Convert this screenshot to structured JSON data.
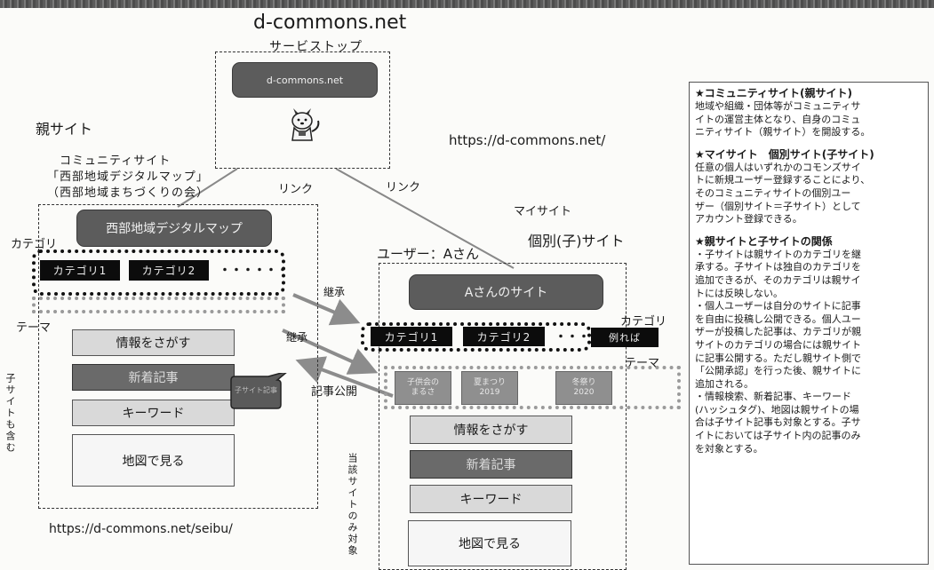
{
  "header": {
    "site_title": "d-commons.net",
    "service_top": "サービストップ",
    "top_button": "d-commons.net",
    "top_url": "https://d-commons.net/"
  },
  "links": {
    "left_link": "リンク",
    "right_link": "リンク"
  },
  "parent": {
    "tag": "親サイト",
    "community_lines": [
      "コミュニティサイト",
      "「西部地域デジタルマップ」",
      "（西部地域まちづくりの会）"
    ],
    "title_button": "西部地域デジタルマップ",
    "category_label": "カテゴリ",
    "categories": [
      "カテゴリ1",
      "カテゴリ2"
    ],
    "more": "・・・・・・",
    "theme_label": "テーマ",
    "search": "情報をさがす",
    "new_articles": "新着記事",
    "keyword": "キーワード",
    "map": "地図で見る",
    "speech_bubble": "子サイト記事",
    "side_note": "子サイトも含む",
    "url": "https://d-commons.net/seibu/"
  },
  "arrows": {
    "inherit1": "継承",
    "inherit2": "継承",
    "publish": "記事公開"
  },
  "child": {
    "my_site": "マイサイト",
    "individual": "個別(子)サイト",
    "user": "ユーザー：Aさん",
    "title_button": "Aさんのサイト",
    "category_label": "カテゴリ",
    "categories": [
      "カテゴリ1",
      "カテゴリ2"
    ],
    "more": "・・・・",
    "extra_category": "例れば",
    "theme_label": "テーマ",
    "themes": [
      [
        "子供会の",
        "まるさ"
      ],
      [
        "夏まつり",
        "2019"
      ],
      [
        "冬祭り",
        "2020"
      ]
    ],
    "search": "情報をさがす",
    "new_articles": "新着記事",
    "keyword": "キーワード",
    "map": "地図で見る",
    "side_note": "当該サイトのみ対象"
  },
  "panel": {
    "sections": [
      {
        "heading": "★コミュニティサイト(親サイト)",
        "body": "地域や組織・団体等がコミュニティサ\nイトの運営主体となり、自身のコミュ\nニティサイト（親サイト）を開設する。"
      },
      {
        "heading": "★マイサイト　個別サイト(子サイト)",
        "body": "任意の個人はいずれかのコモンズサイ\nトに新規ユーザー登録することにより、\nそのコミュニティサイトの個別ユー\nザー（個別サイト＝子サイト）として\nアカウント登録できる。"
      },
      {
        "heading": "★親サイトと子サイトの関係",
        "body": "・子サイトは親サイトのカテゴリを継\n承する。子サイトは独自のカテゴリを\n追加できるが、そのカテゴリは親サイ\nトには反映しない。\n・個人ユーザーは自分のサイトに記事\nを自由に投稿し公開できる。個人ユー\nザーが投稿した記事は、カテゴリが親\nサイトのカテゴリの場合には親サイト\nに記事公開する。ただし親サイト側で\n「公開承認」を行った後、親サイトに\n追加される。\n・情報検索、新着記事、キーワード\n(ハッシュタグ)、地図は親サイトの場\n合は子サイト記事も対象とする。子サ\nイトにおいては子サイト内の記事のみ\nを対象とする。"
      }
    ]
  },
  "colors": {
    "dark_button": "#5c5c5c",
    "black_category": "#0c0c0c",
    "light_box": "#d9d9d9",
    "dark_box": "#6a6a6a",
    "arrow": "#8c8c8c"
  }
}
